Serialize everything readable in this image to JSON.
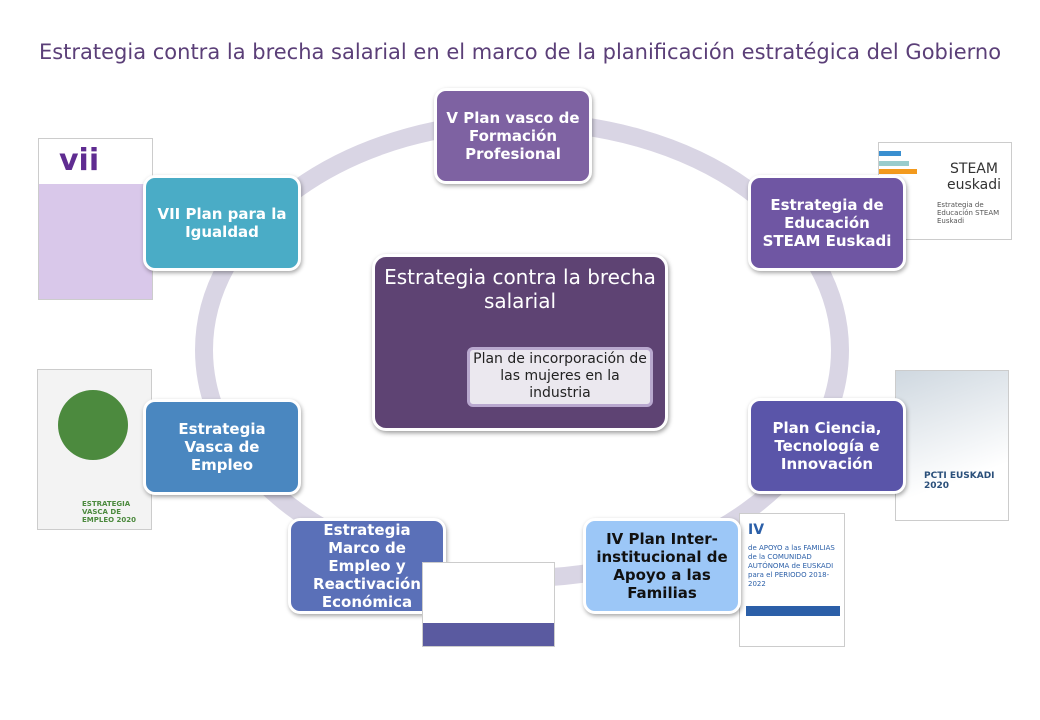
{
  "title": "Estrategia contra la brecha salarial en el marco de la planificación estratégica del Gobierno",
  "center": {
    "title": "Estrategia contra la brecha salarial",
    "subtitle": "Plan de incorporación de las mujeres en la industria"
  },
  "nodes": [
    {
      "label": "V Plan vasco de Formación Profesional",
      "color": "#7e62a2"
    },
    {
      "label": "Estrategia de Educación STEAM Euskadi",
      "color": "#6f56a3"
    },
    {
      "label": "Plan Ciencia, Tecnología e Innovación",
      "color": "#5a55a9"
    },
    {
      "label": "IV Plan Inter-institucional de Apoyo a las Familias",
      "color": "#9cc7f7"
    },
    {
      "label": "Estrategia Marco de Empleo y Reactivación Económica",
      "color": "#5a70b8"
    },
    {
      "label": "Estrategia Vasca de Empleo",
      "color": "#4a87c0"
    },
    {
      "label": "VII Plan para la Igualdad",
      "color": "#4aacc6"
    }
  ],
  "thumbnails": {
    "vii": "vii",
    "steam": "STEAM euskadi",
    "steam_sub": "Estrategia de Educación STEAM Euskadi",
    "pcti": "PCTI EUSKADI 2020",
    "vasca": "ESTRATEGIA VASCA DE EMPLEO 2020",
    "iv": "IV",
    "iv_sub": "de APOYO a las FAMILIAS de la COMUNIDAD AUTÓNOMA de EUSKADI para el PERIODO 2018-2022"
  }
}
